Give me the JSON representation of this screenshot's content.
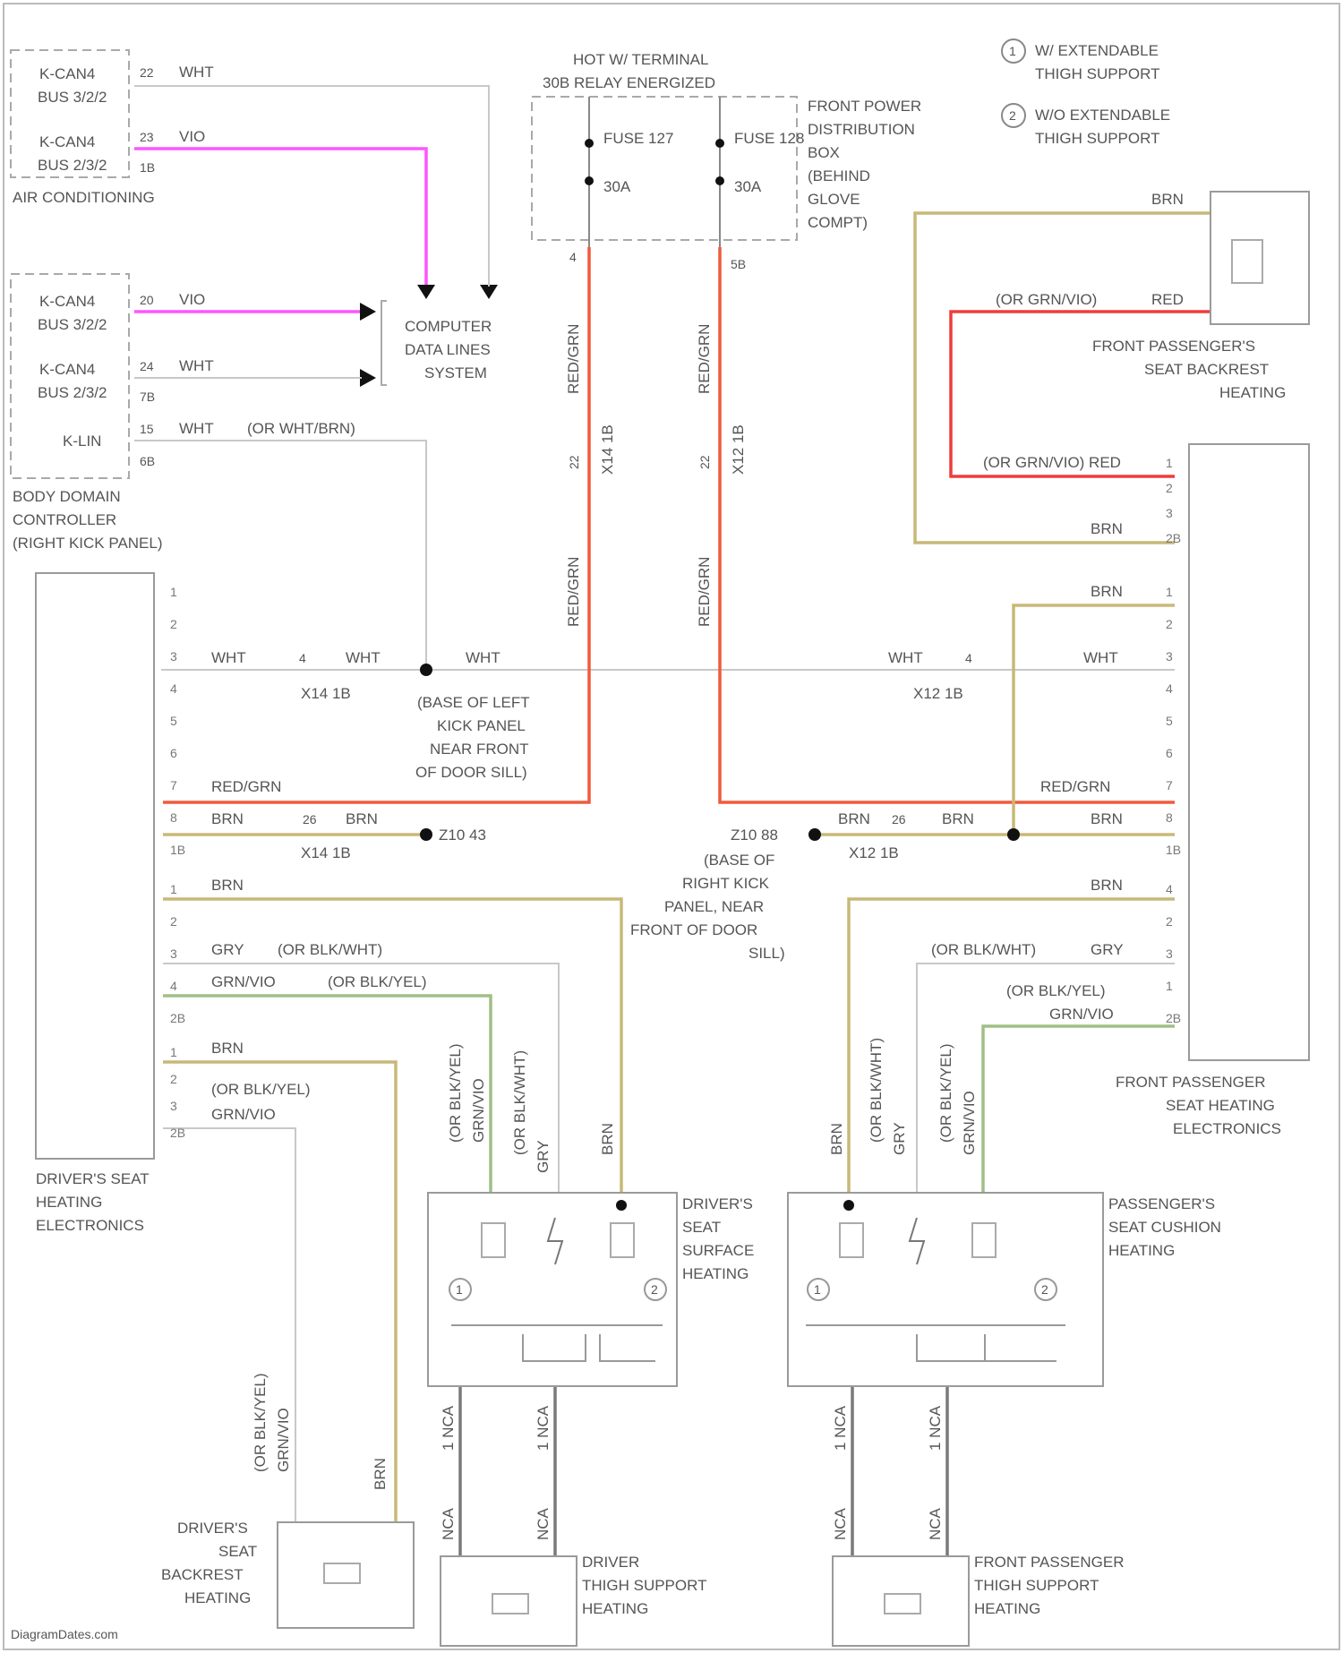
{
  "legend": {
    "item1_num": "1",
    "item1_text_a": "W/ EXTENDABLE",
    "item1_text_b": "THIGH SUPPORT",
    "item2_num": "2",
    "item2_text_a": "W/O EXTENDABLE",
    "item2_text_b": "THIGH SUPPORT"
  },
  "ac": {
    "kcan1_a": "K-CAN4",
    "kcan1_b": "BUS 3/2/2",
    "pin1": "22",
    "wire1": "WHT",
    "kcan2_a": "K-CAN4",
    "kcan2_b": "BUS 2/3/2",
    "pin2": "23",
    "wire2": "VIO",
    "conn": "1B",
    "name": "AIR CONDITIONING"
  },
  "bdc": {
    "kcan1_a": "K-CAN4",
    "kcan1_b": "BUS 3/2/2",
    "pin1": "20",
    "wire1": "VIO",
    "kcan2_a": "K-CAN4",
    "kcan2_b": "BUS 2/3/2",
    "pin2": "24",
    "wire2": "WHT",
    "conn2": "7B",
    "klin": "K-LIN",
    "pin3": "15",
    "wire3": "WHT",
    "wire3_alt": "(OR WHT/BRN)",
    "conn3": "6B",
    "name_a": "BODY DOMAIN",
    "name_b": "CONTROLLER",
    "name_c": "(RIGHT KICK PANEL)"
  },
  "computer": {
    "a": "COMPUTER",
    "b": "DATA LINES",
    "c": "SYSTEM"
  },
  "fusebox": {
    "title_a": "HOT W/ TERMINAL",
    "title_b": "30B RELAY ENERGIZED",
    "fuse1": "FUSE 127",
    "amp1": "30A",
    "fuse2": "FUSE 128",
    "amp2": "30A",
    "name_a": "FRONT POWER",
    "name_b": "DISTRIBUTION",
    "name_c": "BOX",
    "name_d": "(BEHIND",
    "name_e": "GLOVE",
    "name_f": "COMPT)",
    "pin1": "4",
    "pin2": "5B",
    "wire": "RED/GRN",
    "x14_pin": "22",
    "x14": "X14 1B",
    "x12_pin": "22",
    "x12": "X12 1B"
  },
  "backrest_rh": {
    "wire_top": "BRN",
    "wire_red_alt": "(OR GRN/VIO)",
    "wire_red": "RED",
    "name_a": "FRONT PASSENGER'S",
    "name_b": "SEAT BACKREST",
    "name_c": "HEATING"
  },
  "left_mod": {
    "pins": [
      "1",
      "2",
      "3",
      "4",
      "5",
      "6",
      "7",
      "8",
      "1B"
    ],
    "w3": "WHT",
    "x14_pin3": "4",
    "w3b": "WHT",
    "w3c": "WHT",
    "x14_3": "X14 1B",
    "splice_a": "(BASE OF LEFT",
    "splice_b": "KICK PANEL",
    "splice_c": "NEAR FRONT",
    "splice_d": "OF DOOR SILL)",
    "w7": "RED/GRN",
    "w8": "BRN",
    "x14_pin8": "26",
    "w8b": "BRN",
    "x14_8": "X14 1B",
    "z": "Z10 43",
    "pinsB": [
      "1",
      "2",
      "3",
      "4",
      "2B"
    ],
    "wb1": "BRN",
    "wb3": "GRY",
    "wb3alt": "(OR BLK/WHT)",
    "wb4": "GRN/VIO",
    "wb4alt": "(OR BLK/YEL)",
    "pinsC": [
      "1",
      "2",
      "3",
      "2B"
    ],
    "wc1": "BRN",
    "wc2alt": "(OR BLK/YEL)",
    "wc3": "GRN/VIO",
    "name_a": "DRIVER'S SEAT",
    "name_b": "HEATING",
    "name_c": "ELECTRONICS"
  },
  "right_mod": {
    "pins_top": [
      "1",
      "2",
      "3",
      "2B"
    ],
    "wt1": "(OR GRN/VIO) RED",
    "wt3": "BRN",
    "pins": [
      "1",
      "2",
      "3",
      "4",
      "5",
      "6",
      "7",
      "8",
      "1B"
    ],
    "w1": "BRN",
    "w3": "WHT",
    "x12_pin3": "4",
    "w3b": "WHT",
    "x12_3": "X12 1B",
    "w7": "RED/GRN",
    "w8": "BRN",
    "x12_pin8": "26",
    "w8b": "BRN",
    "w8c": "BRN",
    "x12_8": "X12 1B",
    "z": "Z10 88",
    "splice_a": "(BASE OF",
    "splice_b": "RIGHT KICK",
    "splice_c": "PANEL, NEAR",
    "splice_d": "FRONT OF DOOR",
    "splice_e": "SILL)",
    "pinsB": [
      "4",
      "2",
      "3",
      "1",
      "2B"
    ],
    "wb1": "BRN",
    "wb3": "GRY",
    "wb3alt": "(OR BLK/WHT)",
    "wb4": "GRN/VIO",
    "wb4alt": "(OR BLK/YEL)",
    "name_a": "FRONT PASSENGER",
    "name_b": "SEAT HEATING",
    "name_c": "ELECTRONICS"
  },
  "vert": {
    "d1": "(OR BLK/YEL)",
    "d1b": "GRN/VIO",
    "d2": "(OR BLK/WHT)",
    "d2b": "GRY",
    "d3": "BRN",
    "p1": "BRN",
    "p2": "(OR BLK/WHT)",
    "p2b": "GRY",
    "p3": "(OR BLK/YEL)",
    "p3b": "GRN/VIO",
    "bk1": "(OR BLK/YEL)",
    "bk1b": "GRN/VIO",
    "bk2": "BRN"
  },
  "surface_lh": {
    "a": "DRIVER'S",
    "b": "SEAT",
    "c": "SURFACE",
    "d": "HEATING",
    "c1": "1",
    "c2": "2"
  },
  "cushion_rh": {
    "a": "PASSENGER'S",
    "b": "SEAT CUSHION",
    "c": "HEATING",
    "c1": "1",
    "c2": "2"
  },
  "thigh": {
    "w1": "1 NCA",
    "w2": "1 NCA",
    "w3": "1 NCA",
    "w4": "1 NCA",
    "w5": "NCA",
    "w6": "NCA",
    "w7": "NCA",
    "w8": "NCA",
    "lh_a": "DRIVER",
    "lh_b": "THIGH SUPPORT",
    "lh_c": "HEATING",
    "rh_a": "FRONT PASSENGER",
    "rh_b": "THIGH SUPPORT",
    "rh_c": "HEATING"
  },
  "backrest_lh": {
    "a": "DRIVER'S",
    "b": "SEAT",
    "c": "BACKREST",
    "d": "HEATING"
  },
  "footer": "DiagramDates.com",
  "colors": {
    "violet": "#ff55ff",
    "red": "#f05a3c",
    "redsolid": "#f03c3c",
    "brown": "#c8b878",
    "green": "#9fbf87",
    "gray": "#c8c8c8"
  }
}
